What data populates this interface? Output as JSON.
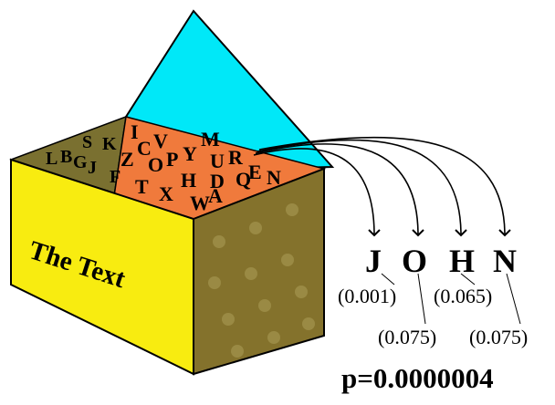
{
  "colors": {
    "front": "#f8ec10",
    "side": "#84722c",
    "side_spots": "#9a8a44",
    "interior_left": "#7a7030",
    "interior_right": "#f07a3c",
    "lid": "#00e8f8",
    "stroke": "#000000"
  },
  "box": {
    "front_label": "The Text",
    "letters_back_left": [
      "L",
      "B",
      "G",
      "S",
      "J",
      "K",
      "F"
    ],
    "letters_back_right": [
      "I",
      "C",
      "V",
      "Z",
      "O",
      "P",
      "Y",
      "M",
      "U",
      "R",
      "T",
      "X",
      "H",
      "D",
      "W",
      "A",
      "Q",
      "E",
      "N"
    ]
  },
  "word": {
    "letters": [
      "J",
      "O",
      "H",
      "N"
    ],
    "probabilities": [
      "(0.001)",
      "(0.075)",
      "(0.065)",
      "(0.075)"
    ]
  },
  "result": "p=0.0000004"
}
